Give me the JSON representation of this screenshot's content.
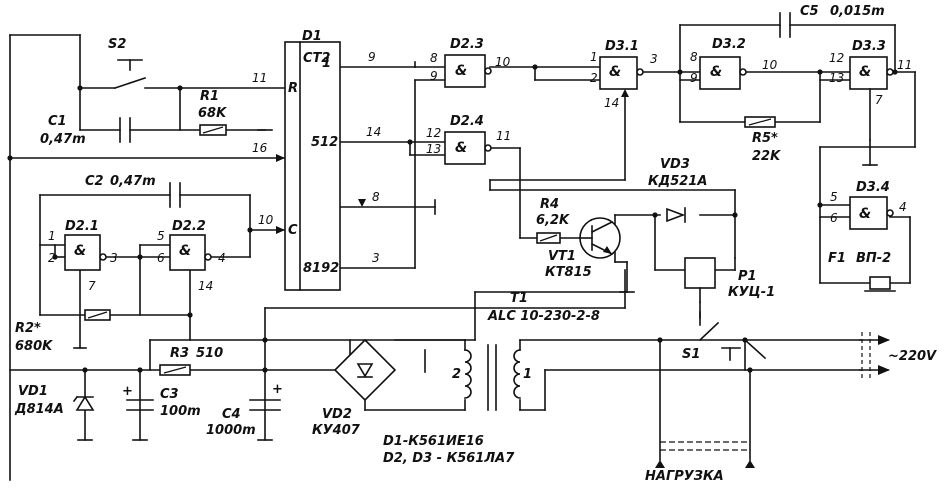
{
  "components": {
    "s2": {
      "ref": "S2"
    },
    "s1": {
      "ref": "S1"
    },
    "c1": {
      "ref": "C1",
      "value": "0,47m"
    },
    "c2": {
      "ref": "C2",
      "value": "0,47m"
    },
    "c3": {
      "ref": "C3",
      "value": "100m"
    },
    "c4": {
      "ref": "C4",
      "value": "1000m"
    },
    "c5": {
      "ref": "C5",
      "value": "0,015m"
    },
    "r1": {
      "ref": "R1",
      "value": "68K"
    },
    "r2": {
      "ref": "R2*",
      "value": "680K"
    },
    "r3": {
      "ref": "R3",
      "value": "510"
    },
    "r4": {
      "ref": "R4",
      "value": "6,2K"
    },
    "r5": {
      "ref": "R5*",
      "value": "22K"
    },
    "vd1": {
      "ref": "VD1",
      "part": "Д814А"
    },
    "vd2": {
      "ref": "VD2",
      "part": "КУ407"
    },
    "vd3": {
      "ref": "VD3",
      "part": "КД521А"
    },
    "vt1": {
      "ref": "VT1",
      "part": "КТ815"
    },
    "p1": {
      "ref": "P1",
      "part": "КУЦ-1"
    },
    "t1": {
      "ref": "T1",
      "part": "ALC 10-230-2-8",
      "winding_primary": "1",
      "winding_secondary": "2"
    },
    "f1": {
      "ref": "F1",
      "part": "ВП-2"
    }
  },
  "counter": {
    "ref": "D1",
    "type": "CT2",
    "input_r": "R",
    "input_c": "C",
    "out_1": "1",
    "out_512": "512",
    "out_8192": "8192",
    "pins": {
      "r": "11",
      "set": "16",
      "c": "10",
      "q1": "9",
      "q512": "14",
      "gnd": "8",
      "q8192": "3"
    }
  },
  "gates": {
    "d21": {
      "ref": "D2.1",
      "sym": "&",
      "in_a": "1",
      "in_b": "2",
      "out": "3",
      "pwr": "7"
    },
    "d22": {
      "ref": "D2.2",
      "sym": "&",
      "in_a": "5",
      "in_b": "6",
      "out": "4",
      "pwr": "14"
    },
    "d23": {
      "ref": "D2.3",
      "sym": "&",
      "in_a": "8",
      "in_b": "9",
      "out": "10"
    },
    "d24": {
      "ref": "D2.4",
      "sym": "&",
      "in_a": "12",
      "in_b": "13",
      "out": "11"
    },
    "d31": {
      "ref": "D3.1",
      "sym": "&",
      "in_a": "1",
      "in_b": "2",
      "out": "3",
      "pwr": "14"
    },
    "d32": {
      "ref": "D3.2",
      "sym": "&",
      "in_a": "8",
      "in_b": "9",
      "out": "10"
    },
    "d33": {
      "ref": "D3.3",
      "sym": "&",
      "in_a": "12",
      "in_b": "13",
      "out": "11",
      "pwr": "7"
    },
    "d34": {
      "ref": "D3.4",
      "sym": "&",
      "in_a": "5",
      "in_b": "6",
      "out": "4"
    }
  },
  "notes": {
    "parts_d1": "D1-К561ИЕ16",
    "parts_d2d3": "D2, D3 - К561ЛА7",
    "mains": "~220V",
    "load": "НАГРУЗКА",
    "plus": "+"
  }
}
